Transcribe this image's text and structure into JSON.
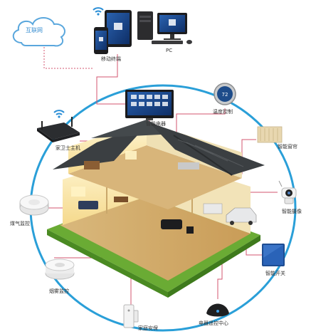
{
  "colors": {
    "ring": "#2a9fd8",
    "connector": "#d3546f",
    "cloud": "#5aa7dd",
    "grass": "#6fb83a",
    "roof": "#3b3f42"
  },
  "cloud": {
    "label": "互联网"
  },
  "devices": {
    "mobile": {
      "label": "移动终端"
    },
    "pc": {
      "label": "PC"
    },
    "smart_appliance": {
      "label": "智能电器"
    },
    "thermostat": {
      "label": "温度控制",
      "display": "72"
    },
    "gateway": {
      "label": "家卫士主机"
    },
    "curtain": {
      "label": "智能窗帘"
    },
    "gas_sensor": {
      "label": "煤气监控"
    },
    "camera": {
      "label": "智能摄像"
    },
    "smoke_sensor": {
      "label": "烟雾监控"
    },
    "smart_switch": {
      "label": "智能开关"
    },
    "door_sensor": {
      "label": "家庭安保"
    },
    "remote_center": {
      "label": "电器遥控中心"
    }
  },
  "icons": {
    "cloud": "cloud-icon",
    "wifi": "wifi-icon",
    "tablet": "tablet-icon",
    "phone": "phone-icon",
    "monitor": "monitor-icon",
    "tv": "tv-icon",
    "thermostat": "thermostat-icon",
    "router": "router-icon",
    "curtain": "curtain-icon",
    "detector": "detector-icon",
    "camera": "camera-icon",
    "switch": "switch-icon",
    "door": "door-sensor-icon",
    "remote": "remote-icon",
    "house": "house-illustration"
  }
}
